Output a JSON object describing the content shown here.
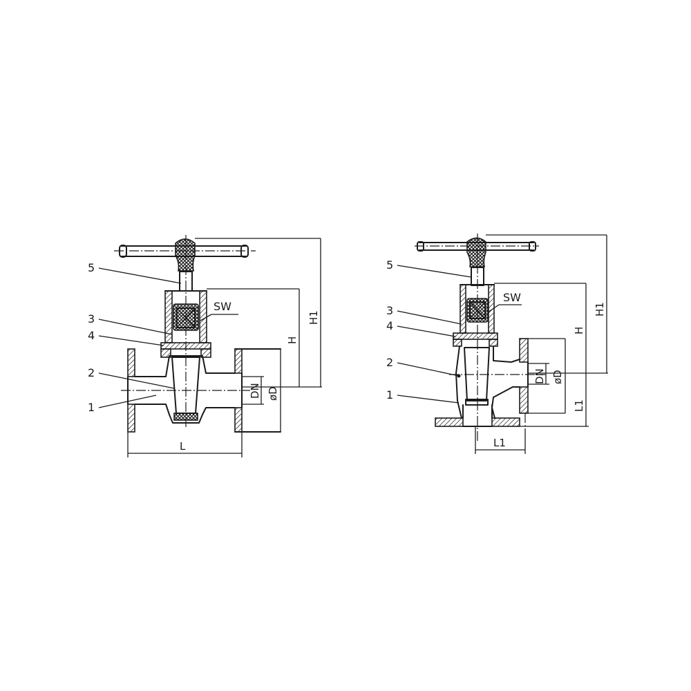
{
  "left_view": {
    "callouts": [
      "5",
      "3",
      "4",
      "2",
      "1"
    ],
    "sw": "SW",
    "dims": {
      "h": "H",
      "h1": "H1",
      "dn": "DN",
      "d": "øD",
      "l": "L"
    }
  },
  "right_view": {
    "callouts": [
      "5",
      "3",
      "4",
      "2",
      "1"
    ],
    "sw": "SW",
    "dims": {
      "h": "H",
      "h1": "H1",
      "dn": "DN",
      "d": "øD",
      "l1": "L1",
      "l1_vertical": "L1"
    }
  }
}
